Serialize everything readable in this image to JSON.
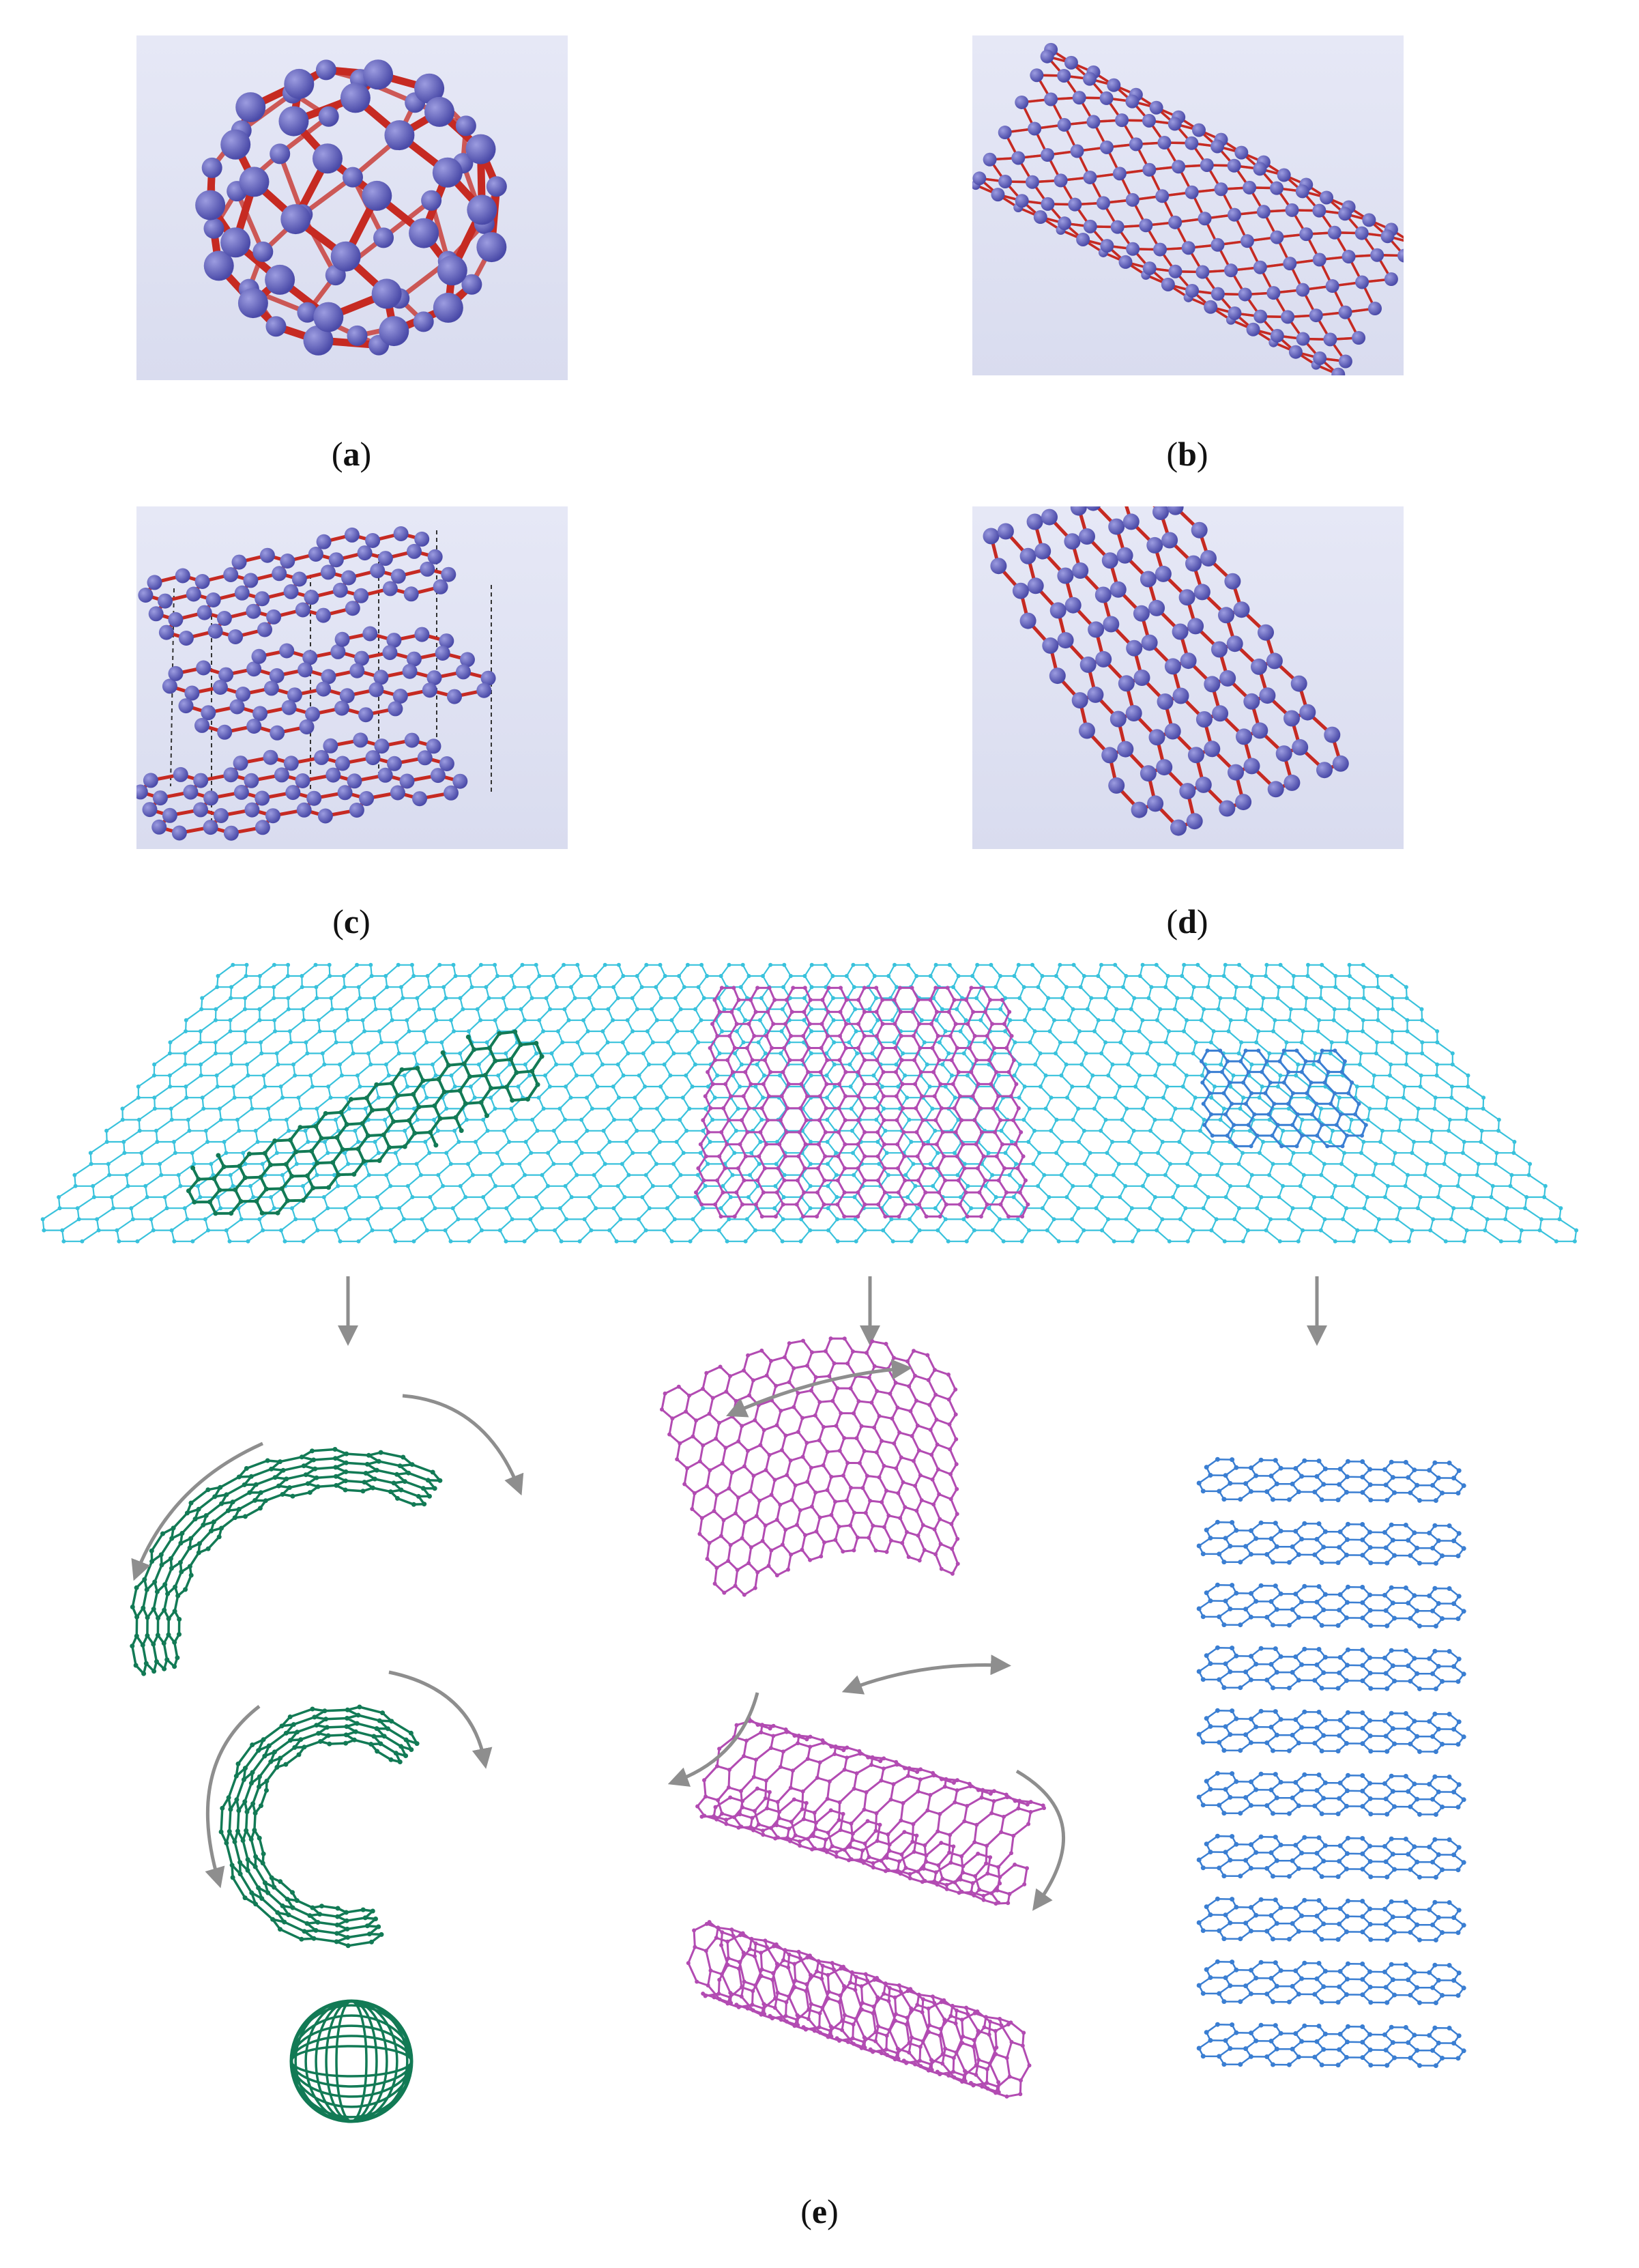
{
  "figure": {
    "panels": [
      {
        "id": "a",
        "letter": "a",
        "label_open": "(",
        "label_close": ")"
      },
      {
        "id": "b",
        "letter": "b",
        "label_open": "(",
        "label_close": ")"
      },
      {
        "id": "c",
        "letter": "c",
        "label_open": "(",
        "label_close": ")"
      },
      {
        "id": "d",
        "letter": "d",
        "label_open": "(",
        "label_close": ")"
      },
      {
        "id": "e",
        "letter": "e",
        "label_open": "(",
        "label_close": ")"
      }
    ],
    "colors": {
      "atom": "#4a4aa8",
      "atom_highlight": "#9c9ce0",
      "bond": "#c62a22",
      "sheet": "#39c2dc",
      "fullerene_route": "#127a55",
      "nanotube_route": "#b24bb2",
      "graphite_route": "#3a7ed2",
      "arrow": "#8e8e8e",
      "panel_background": "#dfe2f3"
    }
  }
}
